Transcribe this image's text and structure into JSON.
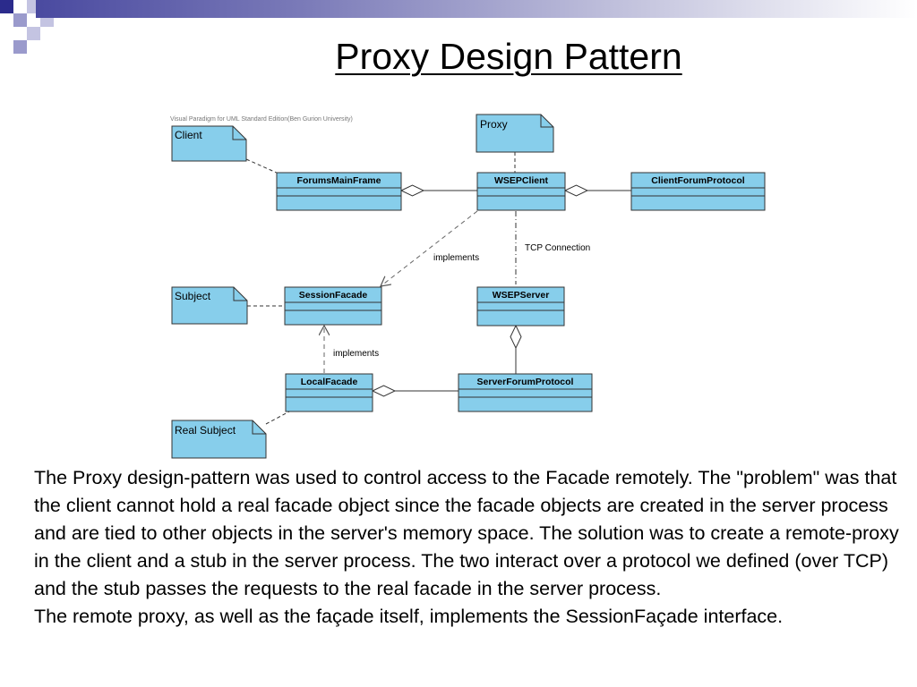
{
  "slide": {
    "title": "Proxy Design Pattern"
  },
  "diagram": {
    "watermark": "Visual Paradigm for UML Standard Edition(Ben Gurion University)",
    "classes": {
      "forums_main_frame": "ForumsMainFrame",
      "wsep_client": "WSEPClient",
      "client_forum_protocol": "ClientForumProtocol",
      "session_facade": "SessionFacade",
      "wsep_server": "WSEPServer",
      "local_facade": "LocalFacade",
      "server_forum_protocol": "ServerForumProtocol"
    },
    "notes": {
      "client": "Client",
      "proxy": "Proxy",
      "subject": "Subject",
      "real_subject": "Real Subject"
    },
    "edge_labels": {
      "implements_1": "implements",
      "implements_2": "implements",
      "tcp_connection": "TCP Connection"
    },
    "colors": {
      "class_fill": "#87ceeb",
      "note_fill": "#87ceeb",
      "stroke": "#000000"
    }
  },
  "body": {
    "paragraph_1": "The Proxy design-pattern was used to control access to the Facade remotely. The \"problem\" was that the client cannot hold a real facade object since the facade objects are created in the server process and are tied to other objects in the server's memory space. The solution was to create a remote-proxy in the client and a stub in the server process. The two interact over a protocol we defined (over TCP) and the stub passes the requests to the real facade in the server process.",
    "paragraph_2": "The remote proxy, as well as the façade itself, implements the SessionFaçade interface."
  }
}
